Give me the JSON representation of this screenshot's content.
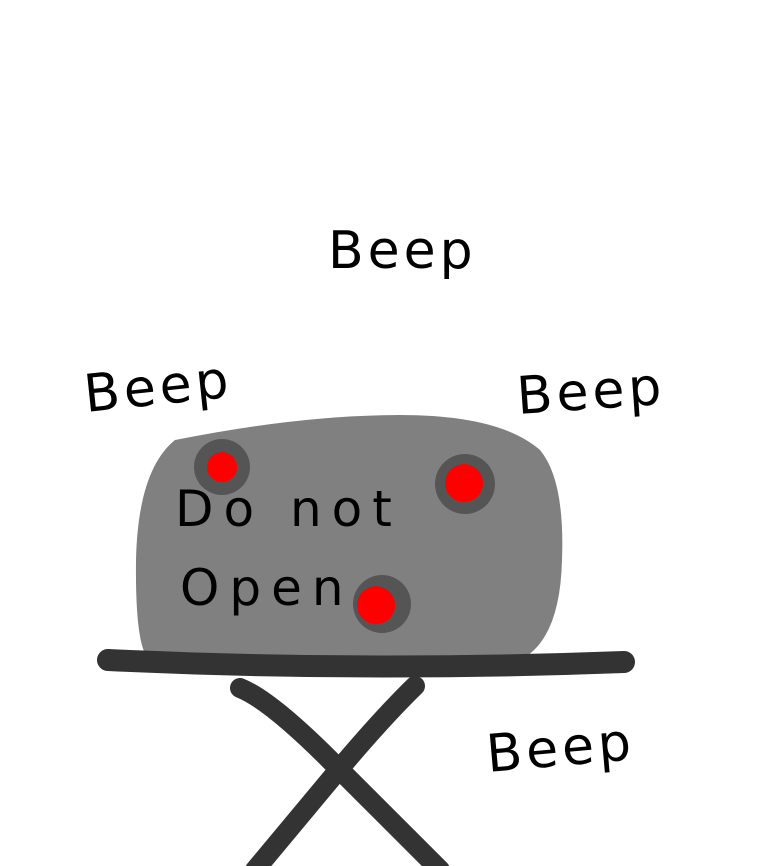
{
  "drawing": {
    "beeps": [
      "Beep",
      "Beep",
      "Beep",
      "Beep"
    ],
    "box_label": {
      "line1": "Do not",
      "line2": "Open"
    }
  },
  "colors": {
    "background": "#ffffff",
    "box": "#808080",
    "table": "#333333",
    "light_ring": "#555555",
    "light": "#ff0000",
    "ink": "#000000"
  }
}
